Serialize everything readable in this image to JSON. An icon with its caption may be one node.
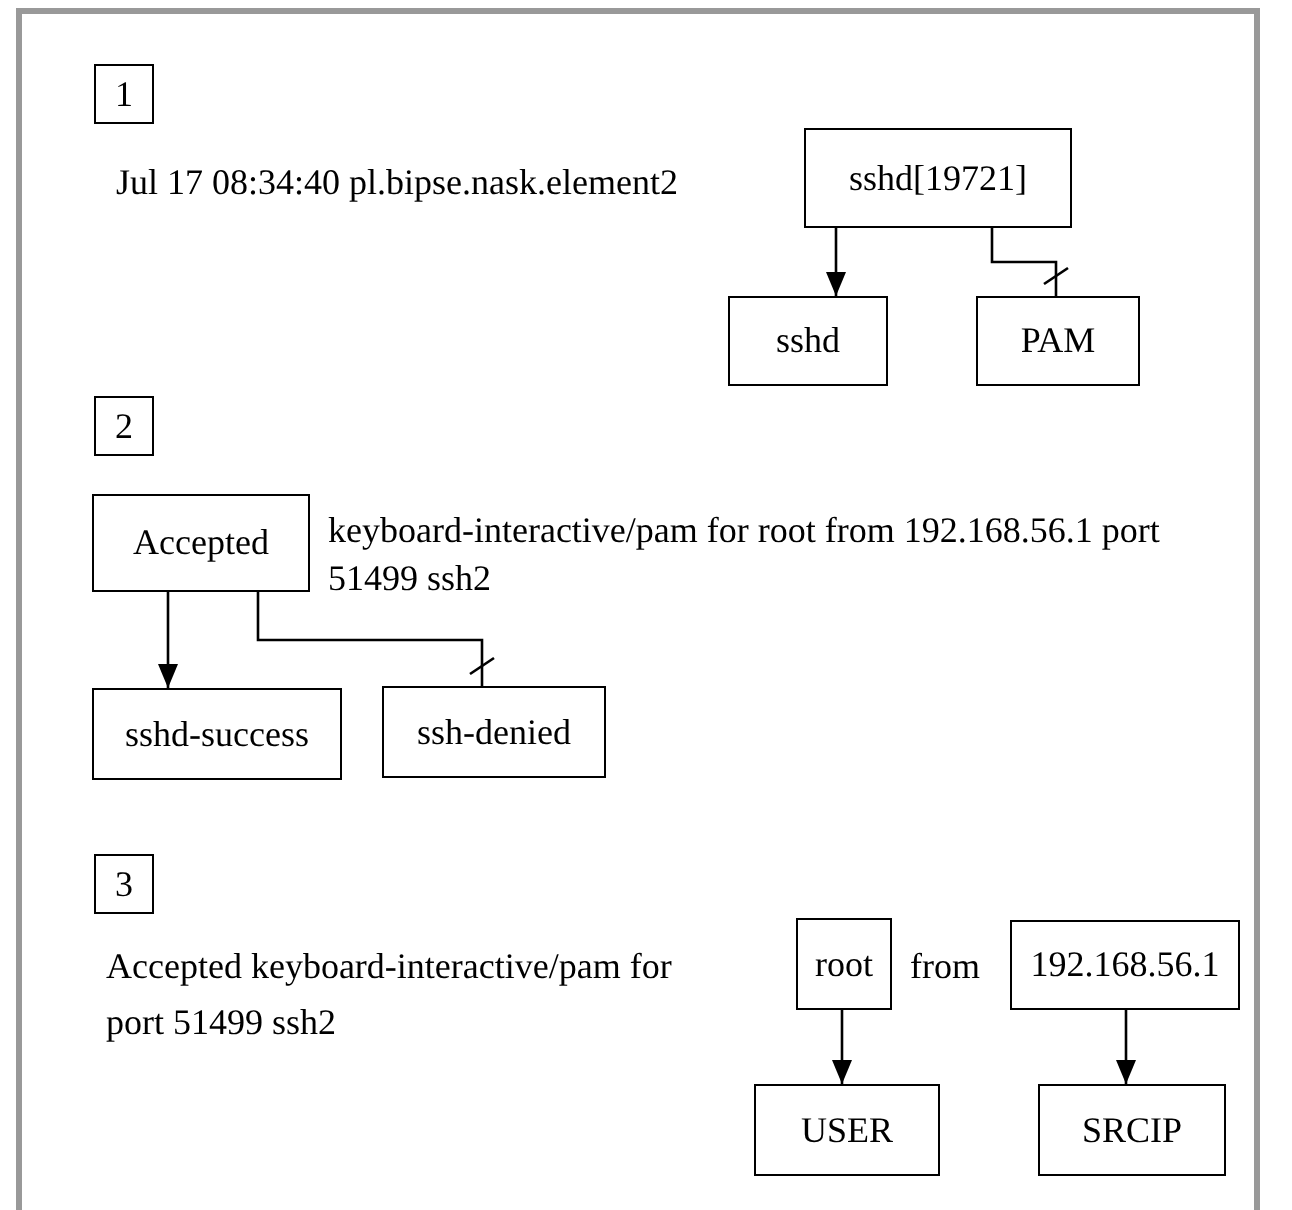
{
  "diagram": {
    "nodes": [
      {
        "text": [
          "1"
        ]
      },
      {
        "text": [
          "sshd[19721]"
        ]
      },
      {
        "text": [
          "sshd"
        ]
      },
      {
        "text": [
          "PAM"
        ]
      },
      {
        "text": [
          "2"
        ]
      },
      {
        "text": [
          "Accepted"
        ]
      },
      {
        "text": [
          "sshd-success"
        ]
      },
      {
        "text": [
          "ssh-denied"
        ]
      },
      {
        "text": [
          "3"
        ]
      },
      {
        "text": [
          "root"
        ]
      },
      {
        "text": [
          "192.168.56.1"
        ]
      },
      {
        "text": [
          "USER"
        ]
      },
      {
        "text": [
          "SRCIP"
        ]
      }
    ],
    "edges": [
      {
        "from": 1,
        "to": 2,
        "arrow": "to"
      },
      {
        "from": 1,
        "to": 3,
        "arrow": "other"
      },
      {
        "from": 5,
        "to": 6,
        "arrow": "to"
      },
      {
        "from": 5,
        "to": 7,
        "arrow": "other"
      },
      {
        "from": 9,
        "to": 11,
        "arrow": "to"
      },
      {
        "from": 10,
        "to": 12,
        "arrow": "to"
      }
    ],
    "labels": [
      "Jul 17 08:34:40 pl.bipse.nask.element2",
      "keyboard-interactive/pam for root from 192.168.56.1 port 51499 ssh2",
      "Accepted keyboard-interactive/pam for",
      "from",
      "port 51499 ssh2"
    ]
  }
}
